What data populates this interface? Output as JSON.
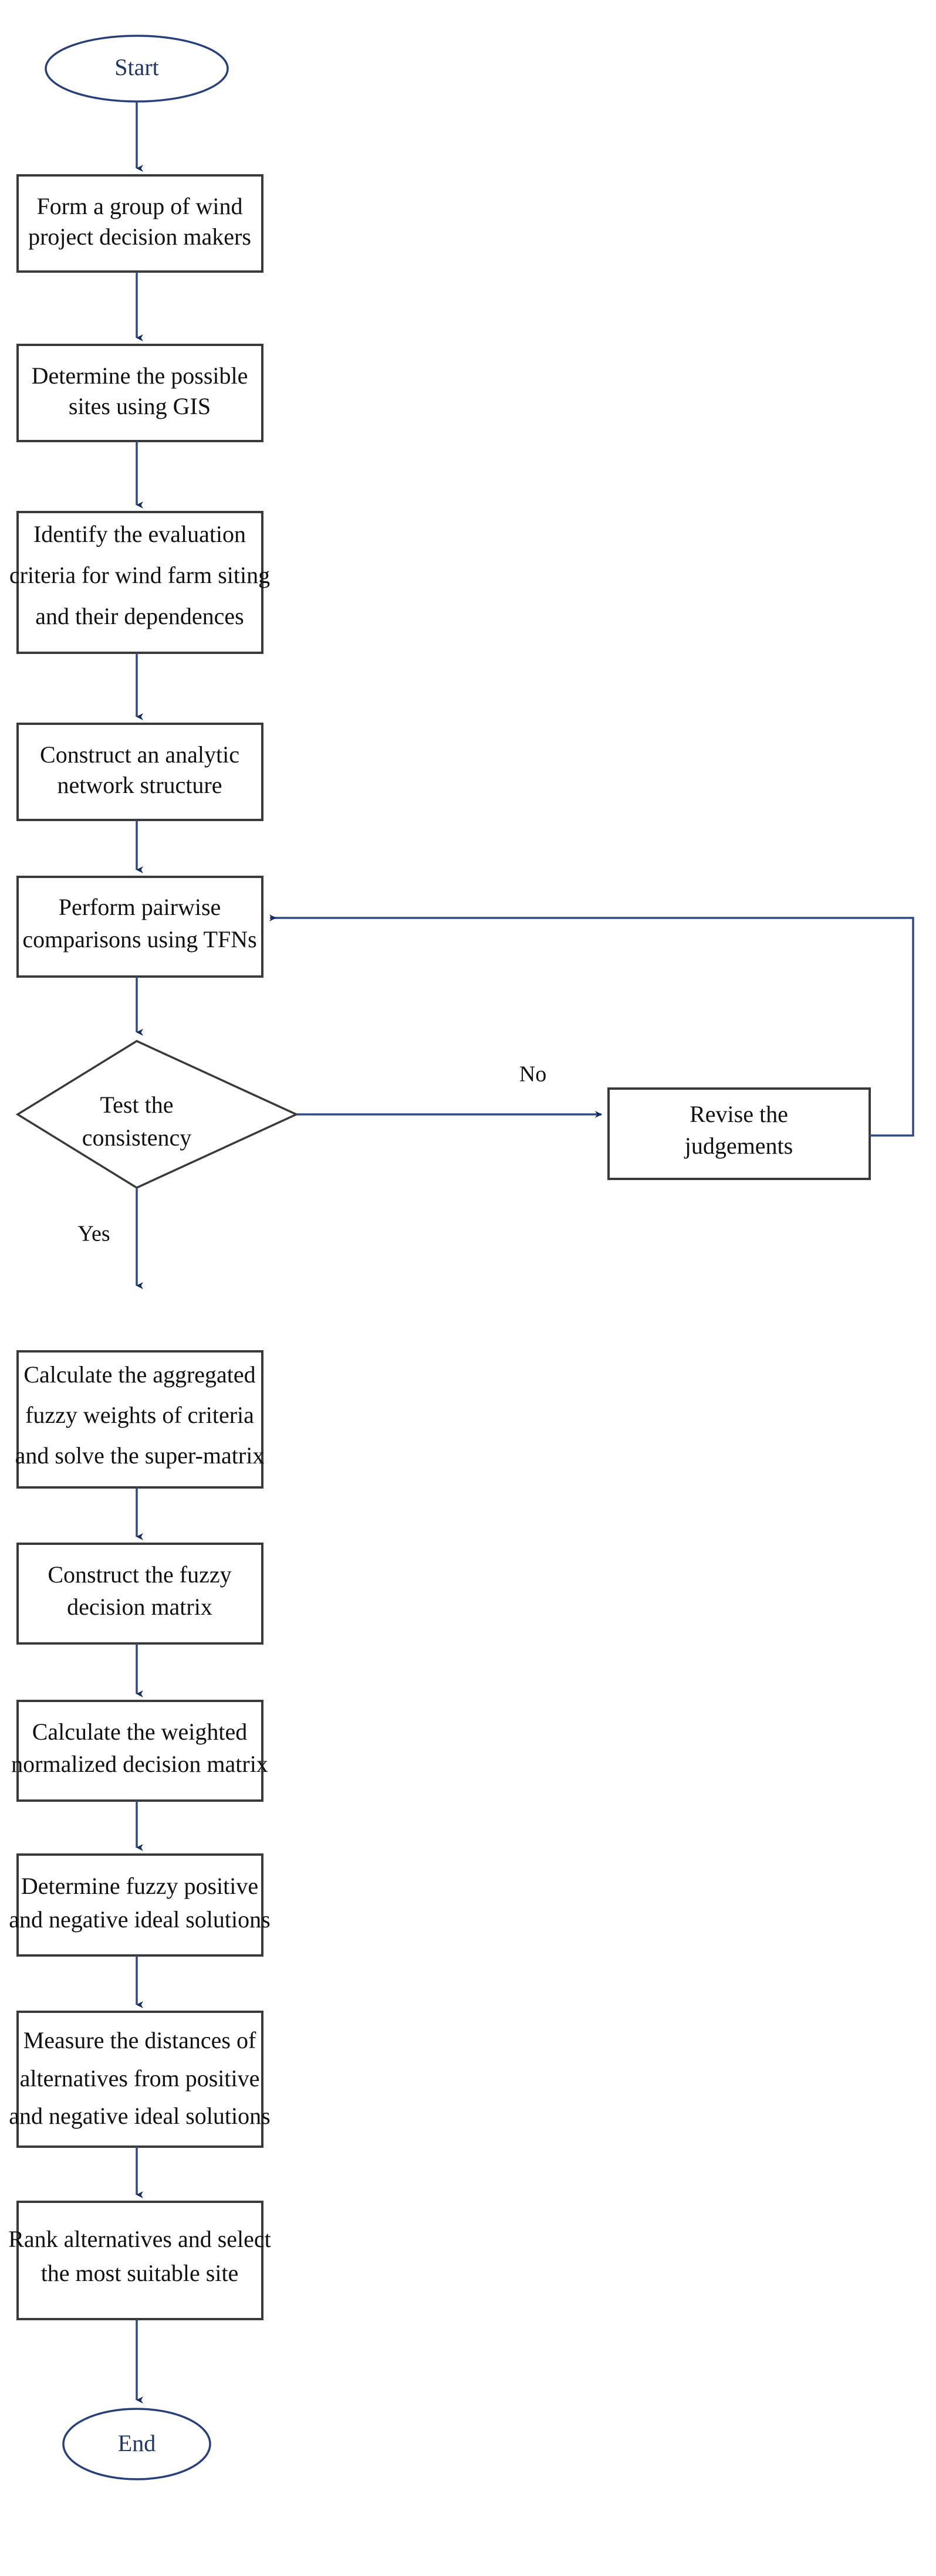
{
  "diagram": {
    "type": "flowchart",
    "title_visible": false,
    "colors": {
      "terminator_stroke": "#27407a",
      "terminator_text": "#1f3566",
      "process_stroke": "#3a3a3a",
      "process_text": "#111111",
      "connector": "#2d4a86",
      "arrow_head": "#152c63",
      "background": "#ffffff"
    },
    "start": {
      "label": "Start"
    },
    "end": {
      "label": "End"
    },
    "steps": [
      {
        "id": "form-group",
        "lines": [
          "Form a group of wind",
          "project decision makers"
        ]
      },
      {
        "id": "determine-sites",
        "lines": [
          "Determine the possible",
          "sites using GIS"
        ]
      },
      {
        "id": "identify-criteria",
        "lines": [
          "Identify the evaluation",
          "criteria for wind farm siting",
          "and their dependences"
        ]
      },
      {
        "id": "construct-network",
        "lines": [
          "Construct an analytic",
          "network structure"
        ]
      },
      {
        "id": "pairwise-comparisons",
        "lines": [
          "Perform pairwise",
          "comparisons using TFNs"
        ]
      },
      {
        "id": "aggregate-weights",
        "lines": [
          "Calculate the aggregated",
          "fuzzy weights of criteria",
          "and solve the super-matrix"
        ]
      },
      {
        "id": "fuzzy-decision-matrix",
        "lines": [
          "Construct the fuzzy",
          "decision matrix"
        ]
      },
      {
        "id": "weighted-normalized",
        "lines": [
          "Calculate the weighted",
          "normalized decision matrix"
        ]
      },
      {
        "id": "ideal-solutions",
        "lines": [
          "Determine fuzzy positive",
          "and negative ideal solutions"
        ]
      },
      {
        "id": "measure-distances",
        "lines": [
          "Measure the distances of",
          "alternatives from positive",
          "and negative ideal solutions"
        ]
      },
      {
        "id": "rank-alternatives",
        "lines": [
          "Rank alternatives and select",
          "the most suitable site"
        ]
      }
    ],
    "decision": {
      "id": "test-consistency",
      "lines": [
        "Test the",
        "consistency"
      ],
      "yes_label": "Yes",
      "no_label": "No"
    },
    "revise": {
      "id": "revise-judgements",
      "lines": [
        "Revise the",
        "judgements"
      ]
    }
  }
}
